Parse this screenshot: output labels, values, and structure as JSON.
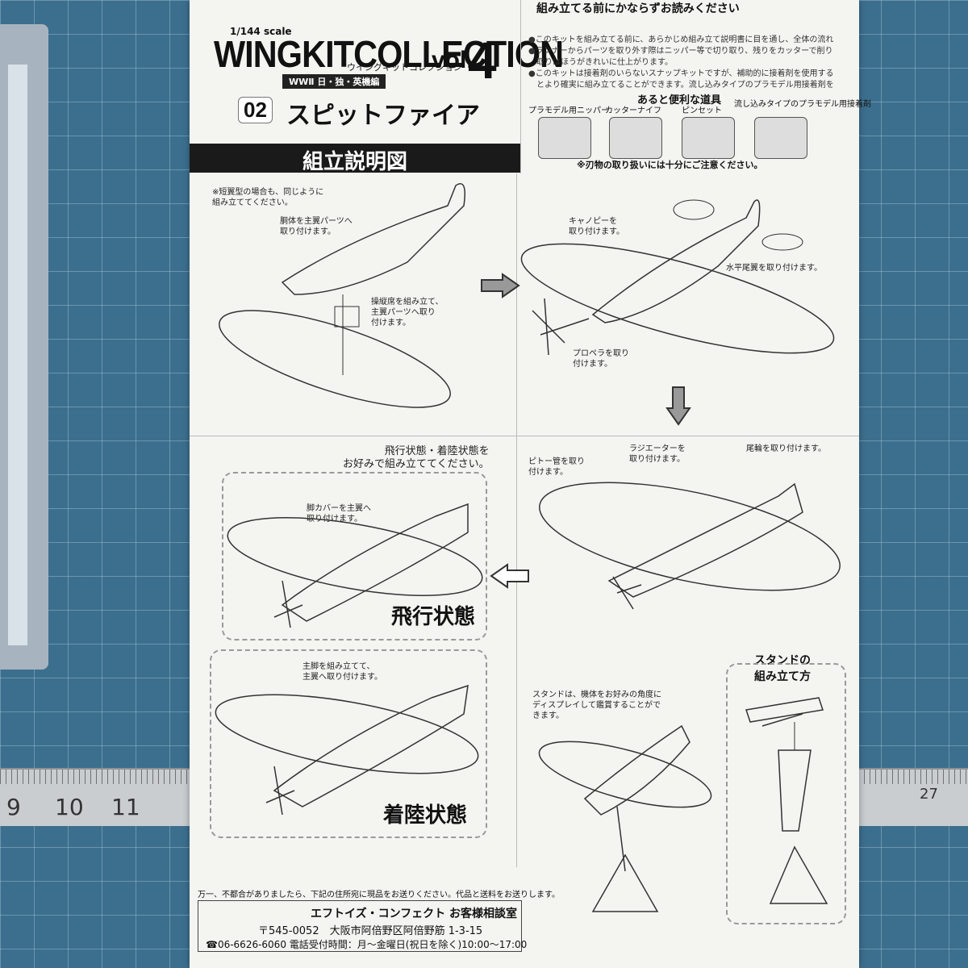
{
  "header": {
    "scale": "1/144 scale",
    "brand": "WINGKITCOLLECTION",
    "brand_kana": "ウイングキットコレクション",
    "series": "WWⅡ 日・独・英機編",
    "vol_label": "vol.",
    "vol_number": "4",
    "model_number": "02",
    "model_name": "スピットファイア",
    "band_title": "組立説明図"
  },
  "notice": {
    "heading": "組み立てる前にかならずお読みください",
    "lines": [
      "●このキットを組み立てる前に、あらかじめ組み立て説明書に目を通し、全体の流れ",
      "●ランナーからパーツを取り外す際はニッパー等で切り取り、残りをカッターで削り",
      "　取りはほうがきれいに仕上がります。",
      "●このキットは接着剤のいらないスナップキットですが、補助的に接着剤を使用する",
      "　とより確実に組み立てることができます。流し込みタイプのプラモデル用接着剤を"
    ],
    "tools_heading": "あると便利な道具",
    "tools": [
      "プラモデル用ニッパー",
      "カッターナイフ",
      "ピンセット",
      "流し込みタイプのプラモデル用接着剤"
    ],
    "tools_note": "※刃物の取り扱いには十分にご注意ください。"
  },
  "steps": {
    "s1_note": "※短翼型の場合も、同じように\n組み立ててください。",
    "s1_fuselage": "胴体を主翼パーツへ\n取り付けます。",
    "s1_cockpit": "操縦席を組み立て、\n主翼パーツへ取り\n付けます。",
    "s2_canopy": "キャノピーを\n取り付けます。",
    "s2_tail": "水平尾翼を取り付けます。",
    "s2_prop": "プロペラを取り\n付けます。",
    "s3_pitot": "ピトー管を取り\n付けます。",
    "s3_radiator": "ラジエーターを\n取り付けます。",
    "s3_tailwheel": "尾輪を取り付けます。",
    "s4_choice": "飛行状態・着陸状態を\nお好みで組み立ててください。",
    "s4_gearcover": "脚カバーを主翼へ\n取り付けます。",
    "s4_flying": "飛行状態",
    "s4_gear": "主脚を組み立てて、\n主翼へ取り付けます。",
    "s4_landing": "着陸状態",
    "stand_text": "スタンドは、機体をお好みの角度に\nディスプレイして鑑賞することがで\nきます。",
    "stand_title": "スタンドの\n組み立て方"
  },
  "footer": {
    "note": "万一、不都合がありましたら、下記の住所宛に現品をお送りください。代品と送料をお送りします。",
    "company": "エフトイズ・コンフェクト お客様相談室",
    "address": "〒545-0052　大阪市阿倍野区阿倍野筋 1-3-15",
    "phone": "☎06-6626-6060 電話受付時間：月〜金曜日(祝日を除く)10:00〜17:00"
  },
  "ruler": {
    "numbers": [
      "9",
      "10",
      "11",
      "27"
    ]
  }
}
